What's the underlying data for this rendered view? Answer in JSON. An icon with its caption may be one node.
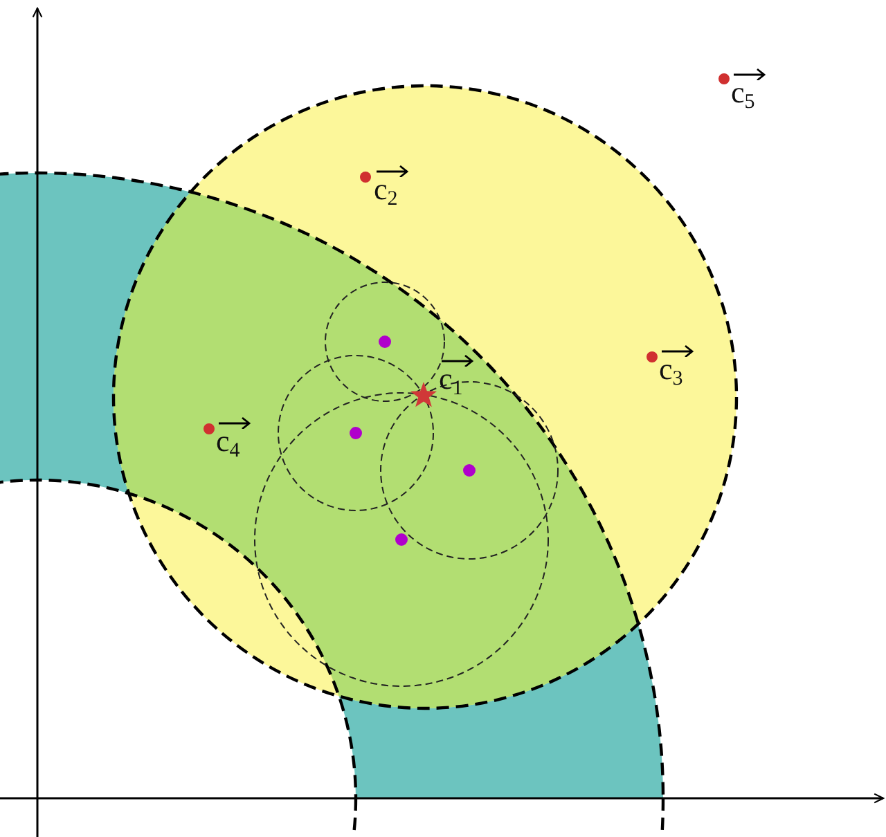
{
  "diagram": {
    "labels": [
      "c$_{5}$",
      "c$_{2}$",
      "c$_{3}$",
      "c$_{1}$",
      "c$_{4}$"
    ]
  }
}
